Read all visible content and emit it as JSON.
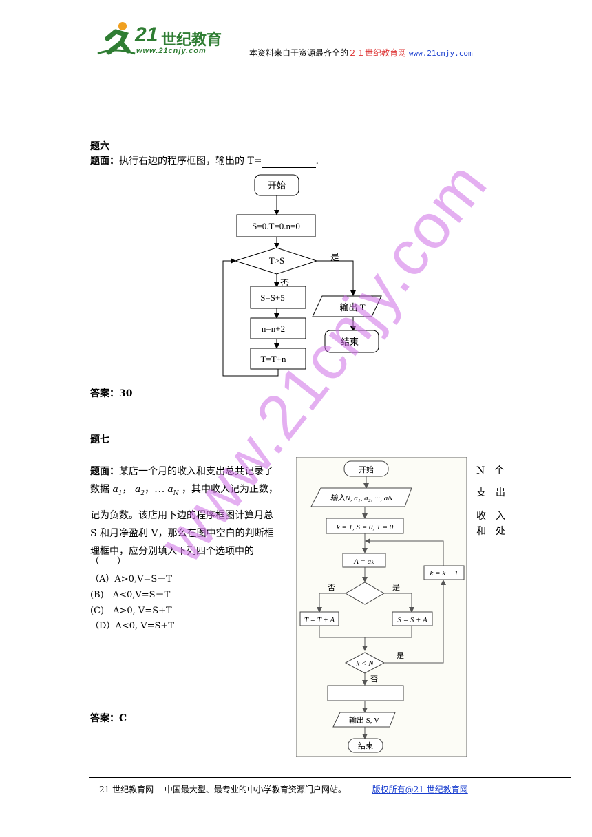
{
  "header": {
    "logo_number": "21",
    "logo_title": "世纪教育",
    "logo_url": "www.21cnjy.com",
    "tagline_prefix": "本资料来自于资源最齐全的",
    "tagline_red": "２１世纪教育网",
    "tagline_url": "www.21cnjy.com"
  },
  "q6": {
    "heading": "题六",
    "label": "题面：",
    "text": "执行右边的程序框图，输出的 T=",
    "end": ".",
    "flow": {
      "start": "开始",
      "init": "S=0.T=0.n=0",
      "cond": "T>S",
      "yes": "是",
      "no": "否",
      "s1": "S=S+5",
      "s2": "n=n+2",
      "s3": "T=T+n",
      "output": "输出 T",
      "end": "结束"
    },
    "answer_label": "答案：",
    "answer_value": "30"
  },
  "q7": {
    "heading": "题七",
    "label": "题面：",
    "line1": "某店一个月的收入和支出总共记录了",
    "line2_pre": "数据",
    "line2_post": "，其中收入记为正数，",
    "line3": "记为负数。该店用下边的程序框图计算月总",
    "line4": "S 和月净盈利 V，那么在图中空白的判断框",
    "line5": "理框中，应分别填入下列四个选项中的",
    "paren": "（　　）",
    "right_col": [
      "N　个",
      "支　出",
      "收　入",
      "和　处"
    ],
    "options": [
      "（A）A>0,V=S－T",
      "(B)　A<0,V=S－T",
      "(C)　A>0, V=S+T",
      "（D）A<0, V=S+T"
    ],
    "flow": {
      "start": "开始",
      "input": "输入N, a₁, a₂, ···, aN",
      "init": "k = 1, S = 0, T = 0",
      "assign": "A = aₖ",
      "no": "否",
      "yes": "是",
      "left_box": "T = T + A",
      "right_box": "S = S + A",
      "inc": "k = k + 1",
      "loop_cond": "k < N",
      "yes2": "是",
      "no2": "否",
      "output": "输出 S, V",
      "end": "结束"
    },
    "answer_label": "答案：",
    "answer_value": "C"
  },
  "watermark": "www.21cnjy.com",
  "footer": {
    "text": "21 世纪教育网 -- 中国最大型、最专业的中小学教育资源门户网站。",
    "link": "版权所有@21 世纪教育网"
  }
}
